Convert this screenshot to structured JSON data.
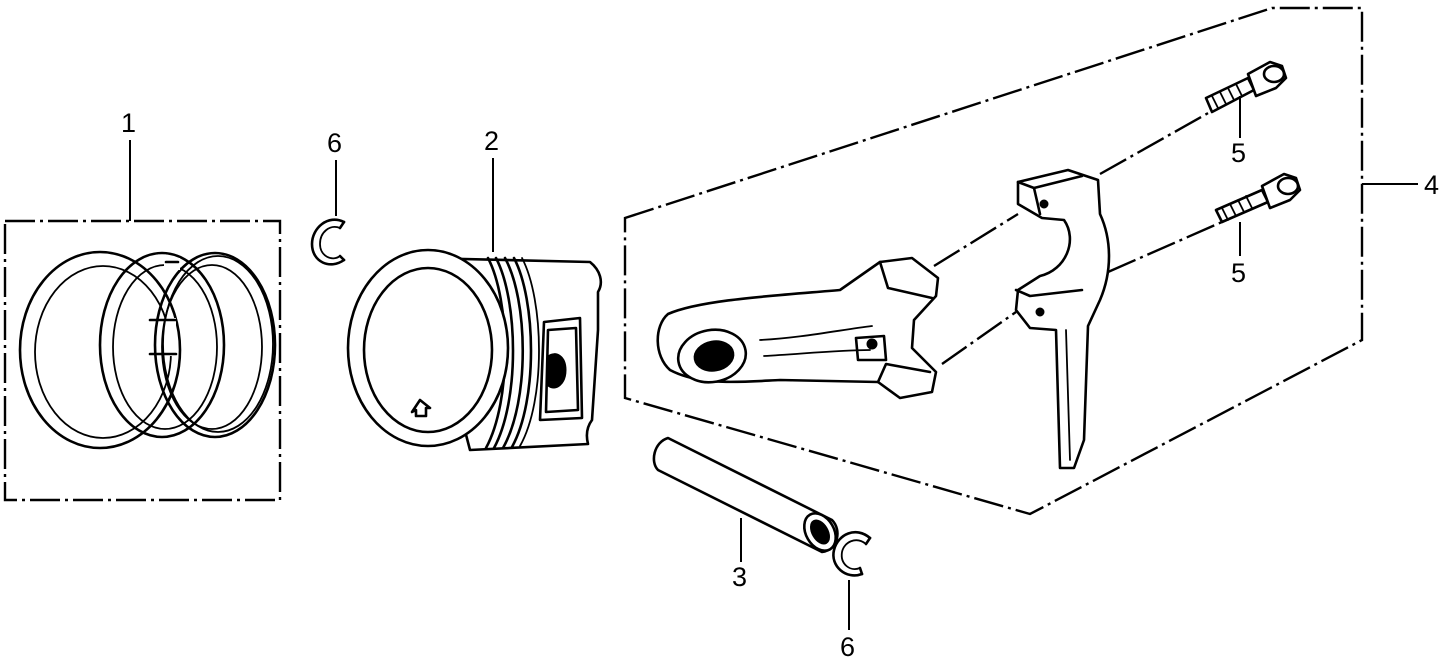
{
  "callouts": {
    "piston_rings": "1",
    "piston": "2",
    "piston_pin": "3",
    "connecting_rod": "4",
    "bolt_upper": "5",
    "bolt_lower": "5",
    "clip_upper": "6",
    "clip_lower": "6"
  }
}
